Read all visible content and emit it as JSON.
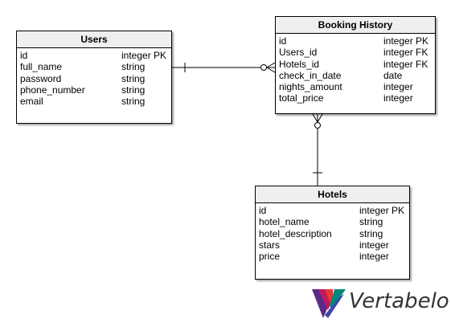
{
  "tables": {
    "users": {
      "title": "Users",
      "columns": [
        {
          "name": "id",
          "type": "integer PK"
        },
        {
          "name": "full_name",
          "type": "string"
        },
        {
          "name": "password",
          "type": "string"
        },
        {
          "name": "phone_number",
          "type": "string"
        },
        {
          "name": "email",
          "type": "string"
        }
      ]
    },
    "booking": {
      "title": "Booking History",
      "columns": [
        {
          "name": "id",
          "type": "integer PK"
        },
        {
          "name": "Users_id",
          "type": "integer FK"
        },
        {
          "name": "Hotels_id",
          "type": "integer FK"
        },
        {
          "name": "check_in_date",
          "type": "date"
        },
        {
          "name": "nights_amount",
          "type": "integer"
        },
        {
          "name": "total_price",
          "type": "integer"
        }
      ]
    },
    "hotels": {
      "title": "Hotels",
      "columns": [
        {
          "name": "id",
          "type": "integer PK"
        },
        {
          "name": "hotel_name",
          "type": "string"
        },
        {
          "name": "hotel_description",
          "type": "string"
        },
        {
          "name": "stars",
          "type": "integer"
        },
        {
          "name": "price",
          "type": "integer"
        }
      ]
    }
  },
  "relationships": [
    {
      "from": "Users",
      "to": "Booking History",
      "from_cardinality": "one",
      "to_cardinality": "zero-or-many"
    },
    {
      "from": "Hotels",
      "to": "Booking History",
      "from_cardinality": "one",
      "to_cardinality": "zero-or-many"
    }
  ],
  "logo": {
    "text": "Vertabelo",
    "icon": "vertabelo-logo-icon",
    "colors": [
      "#5b2a86",
      "#c2185b",
      "#e53935",
      "#00897b",
      "#3949ab"
    ]
  }
}
